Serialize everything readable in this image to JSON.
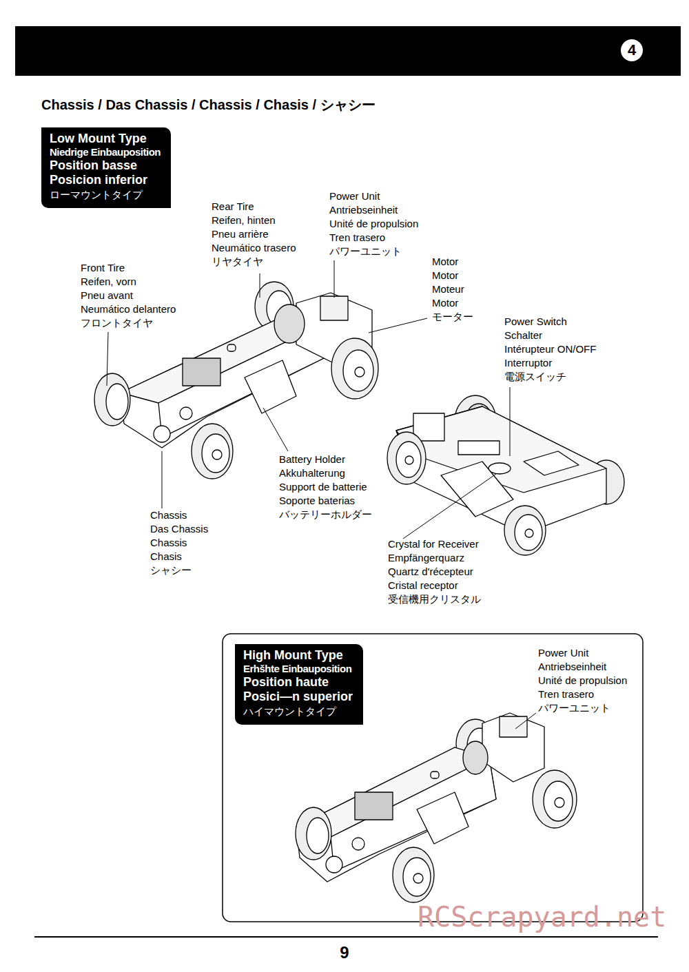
{
  "diagram": {
    "title": "Chassis / Das Chassis / Chassis / Chasis / シャシー",
    "nodes": [
      {
        "text": [
          "Low Mount Type",
          "Niedrige Einbauposition",
          "Position basse",
          "Posicion inferior",
          "ローマウントタイプ"
        ]
      },
      {
        "text": [
          "High Mount Type",
          "Erhšhte Einbauposition",
          "Position haute",
          "Posici—n superior",
          "ハイマウントタイプ"
        ]
      }
    ],
    "edges": [],
    "labels": [
      "4",
      "Rear Tire",
      "Reifen, hinten",
      "Pneu arrière",
      "Neumático trasero",
      "リヤタイヤ",
      "Power Unit",
      "Antriebseinheit",
      "Unité de propulsion",
      "Tren trasero",
      "パワーユニット",
      "Motor",
      "Motor",
      "Moteur",
      "Motor",
      "モーター",
      "Front Tire",
      "Reifen, vorn",
      "Pneu avant",
      "Neumático delantero",
      "フロントタイヤ",
      "Power Switch",
      "Schalter",
      "Intérupteur ON/OFF",
      "Interruptor",
      "電源スイッチ",
      "Battery Holder",
      "Akkuhalterung",
      "Support de batterie",
      "Soporte baterias",
      "バッテリーホルダー",
      "Chassis",
      "Das Chassis",
      "Chassis",
      "Chasis",
      "シャシー",
      "Crystal for Receiver",
      "Empfängerquarz",
      "Quartz d'récepteur",
      "Cristal receptor",
      "受信機用クリスタル",
      "Power Unit",
      "Antriebseinheit",
      "Unité de propulsion",
      "Tren trasero",
      "パワーユニット",
      "9",
      "RCScrapyard.net"
    ]
  }
}
